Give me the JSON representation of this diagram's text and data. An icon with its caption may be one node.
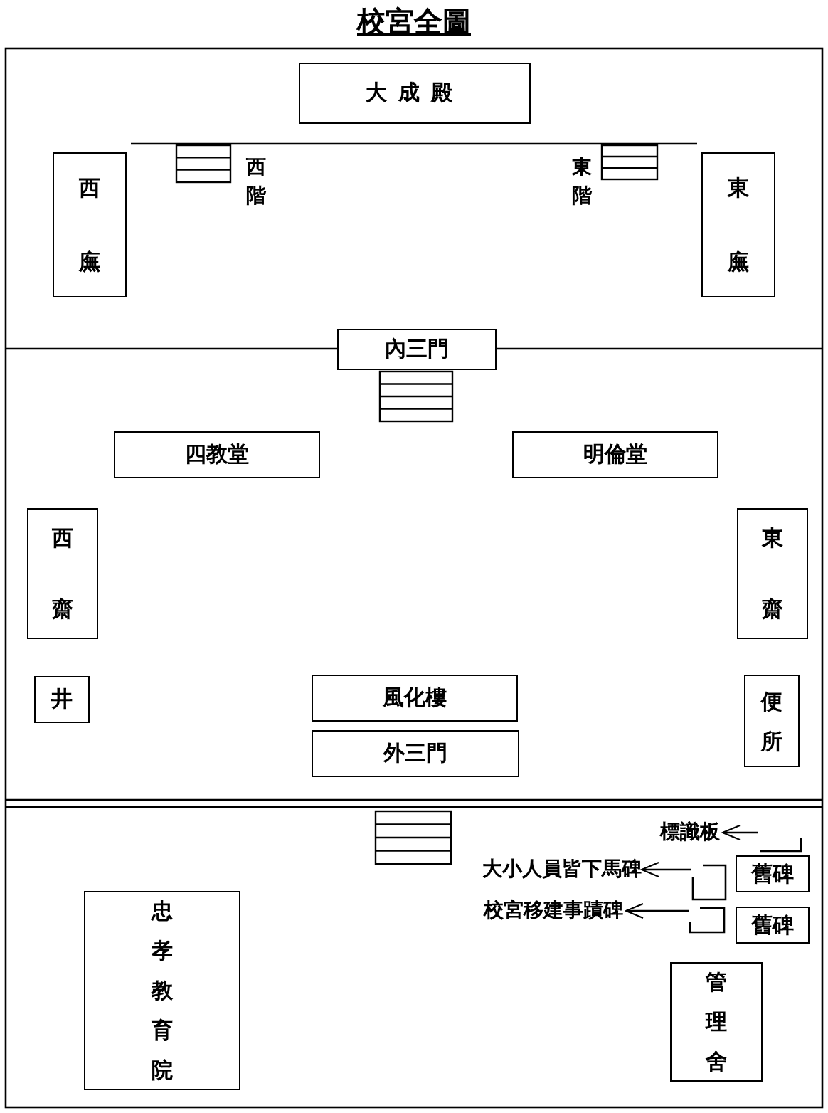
{
  "diagram": {
    "title": "校宮全圖",
    "nodes": [
      {
        "text": [
          "大成殿"
        ]
      },
      {
        "text": [
          "西廡"
        ]
      },
      {
        "text": [
          "東廡"
        ]
      },
      {
        "text": [
          "內三門"
        ]
      },
      {
        "text": [
          "四教堂"
        ]
      },
      {
        "text": [
          "明倫堂"
        ]
      },
      {
        "text": [
          "西齋"
        ]
      },
      {
        "text": [
          "東齋"
        ]
      },
      {
        "text": [
          "井"
        ]
      },
      {
        "text": [
          "便所"
        ]
      },
      {
        "text": [
          "風化樓"
        ]
      },
      {
        "text": [
          "外三門"
        ]
      },
      {
        "text": [
          "標識板"
        ]
      },
      {
        "text": [],
        "shape": "bar"
      },
      {
        "text": [
          "大小人員皆下馬碑"
        ]
      },
      {
        "text": [],
        "shape": "bar"
      },
      {
        "text": [
          "舊碑"
        ]
      },
      {
        "text": [
          "校宮移建事蹟碑"
        ]
      },
      {
        "text": [],
        "shape": "bar"
      },
      {
        "text": [
          "舊碑"
        ]
      },
      {
        "text": [
          "忠孝教育院"
        ]
      },
      {
        "text": [
          "管理舍"
        ]
      }
    ],
    "edges": [
      {
        "from": 13,
        "to": 12,
        "arrow": "to"
      },
      {
        "from": 15,
        "to": 14,
        "arrow": "to"
      },
      {
        "from": 18,
        "to": 17,
        "arrow": "to"
      }
    ],
    "labels": [
      "西階",
      "東階"
    ]
  }
}
